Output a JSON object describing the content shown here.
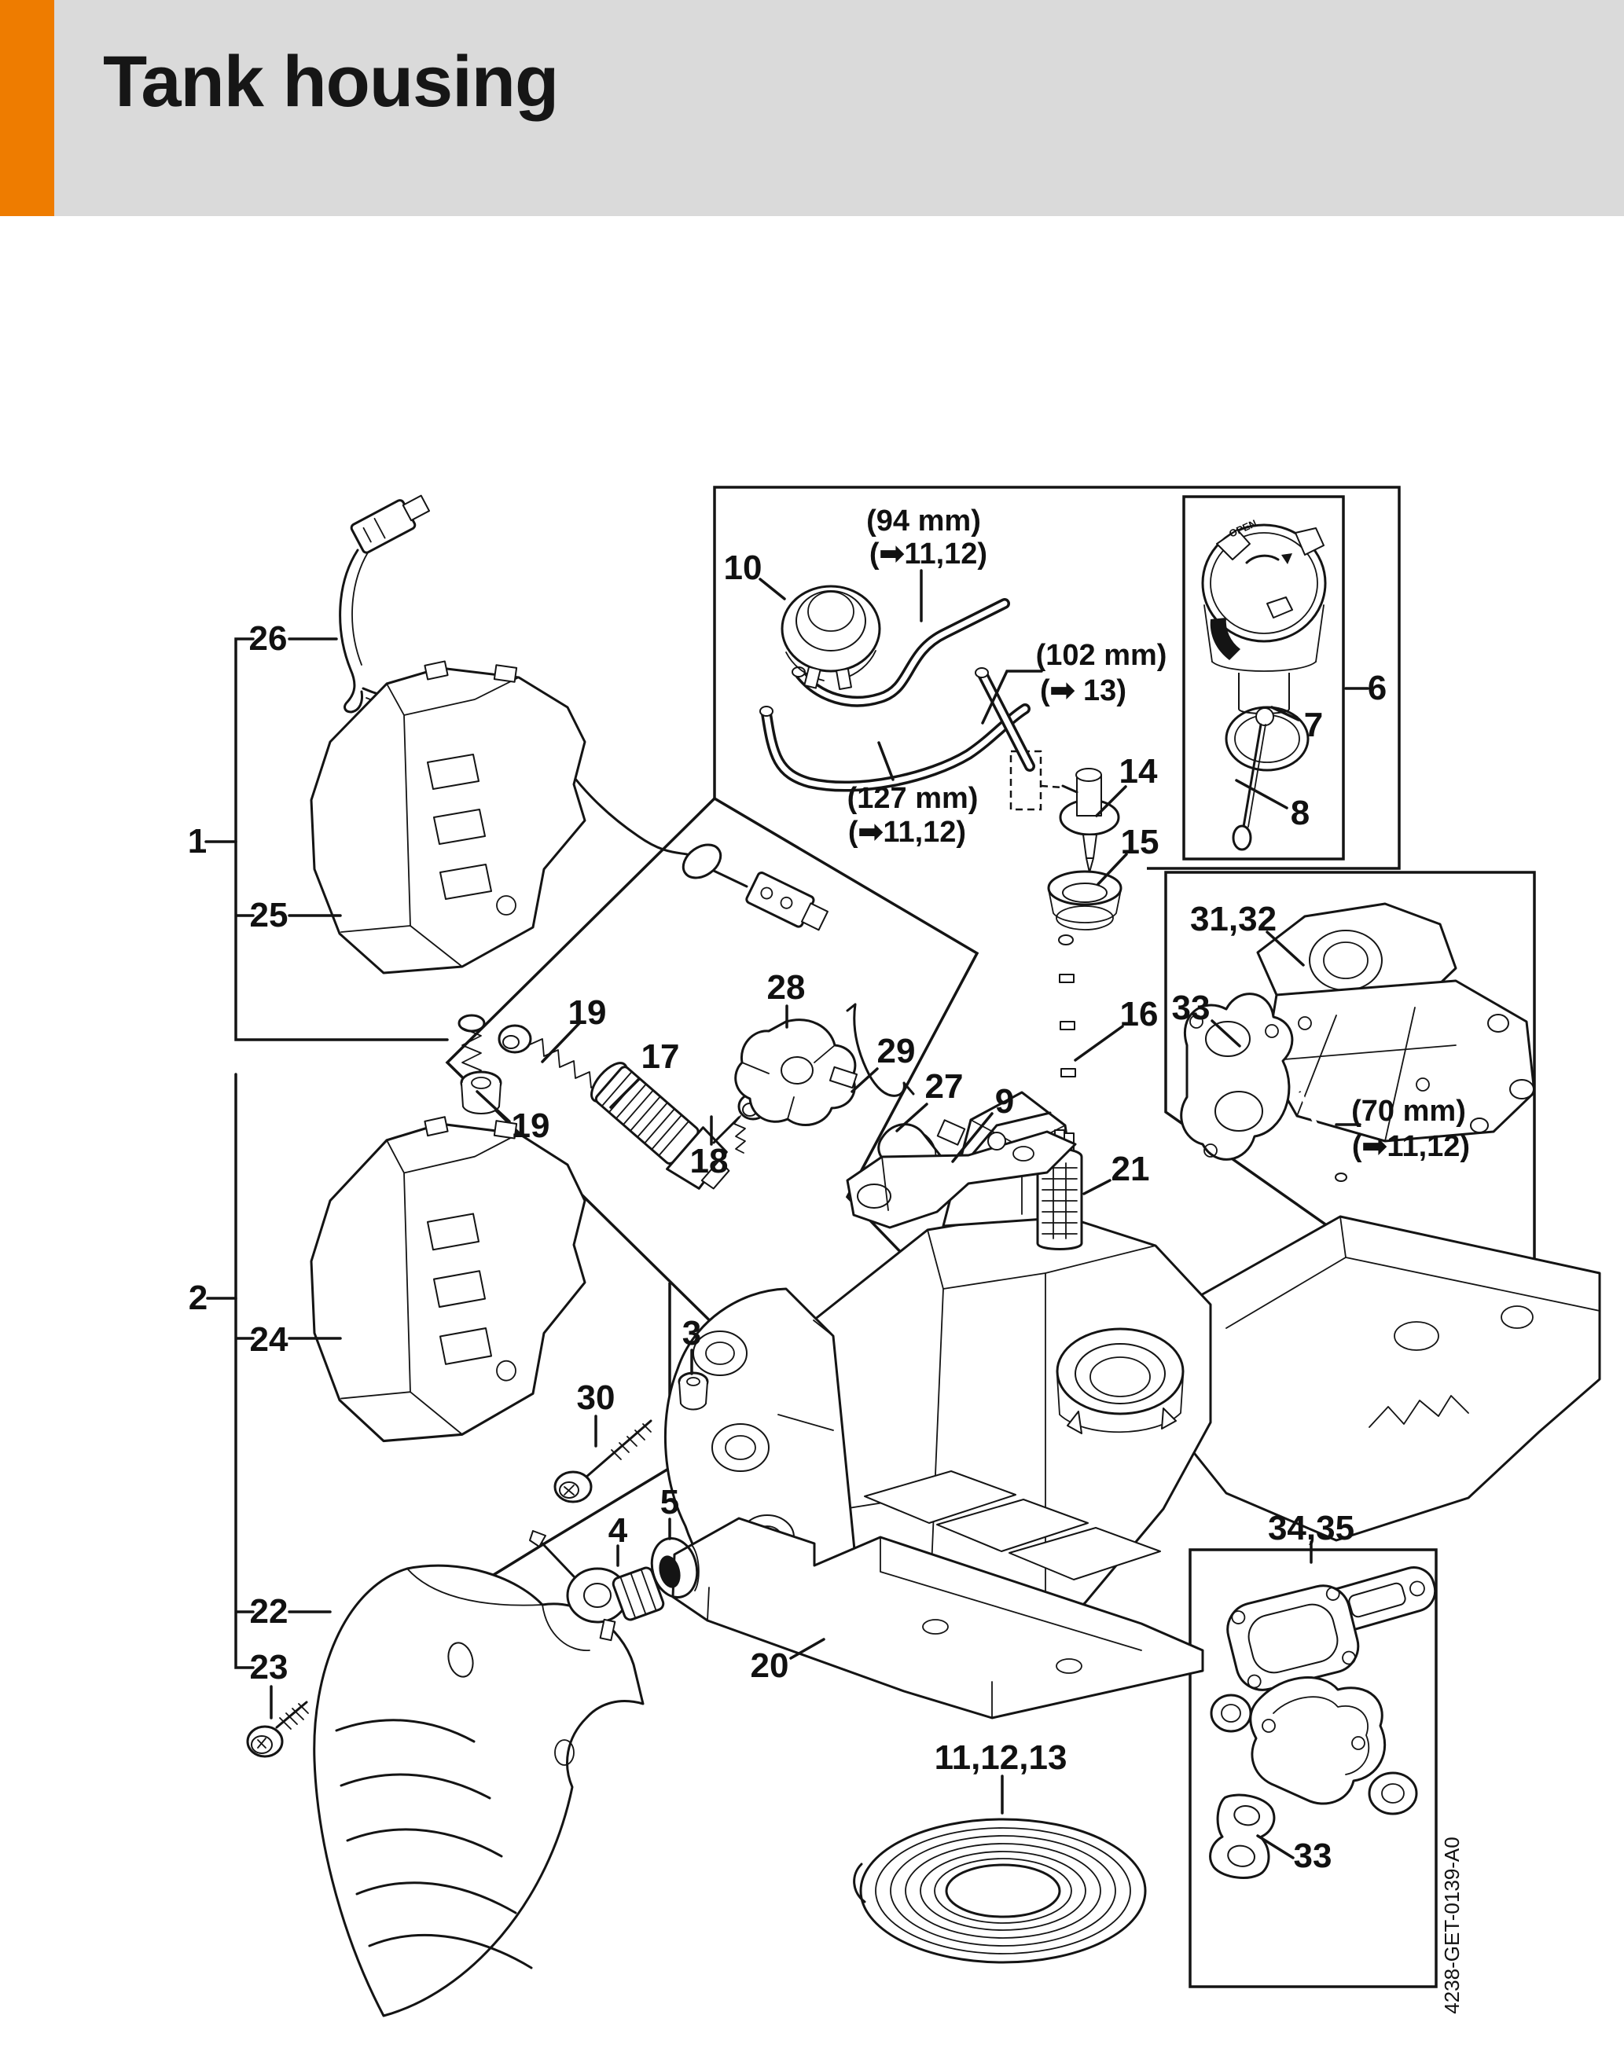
{
  "page": {
    "title": "Tank housing",
    "doc_code": "4238-GET-0139-A0",
    "cap_marking": "OPEN",
    "accent_color": "#ee7c00",
    "header_bg": "#dadada",
    "line_color": "#141414"
  },
  "figure": {
    "type": "exploded-parts-diagram",
    "subject": "Chainsaw tank housing assembly with numbered part callouts"
  },
  "labels": [
    {
      "name": "part-10",
      "text": "10"
    },
    {
      "name": "hose-length-94mm",
      "text": "(94 mm)"
    },
    {
      "name": "hose-ref-94mm",
      "text": "(➡11,12)"
    },
    {
      "name": "hose-length-102mm",
      "text": "(102 mm)"
    },
    {
      "name": "hose-ref-102mm",
      "text": "(➡ 13)"
    },
    {
      "name": "part-14",
      "text": "14"
    },
    {
      "name": "part-15",
      "text": "15"
    },
    {
      "name": "part-6",
      "text": "6"
    },
    {
      "name": "part-7",
      "text": "7"
    },
    {
      "name": "part-8",
      "text": "8"
    },
    {
      "name": "hose-length-127mm",
      "text": "(127 mm)"
    },
    {
      "name": "hose-ref-127mm",
      "text": "(➡11,12)"
    },
    {
      "name": "part-26",
      "text": "26"
    },
    {
      "name": "part-1",
      "text": "1"
    },
    {
      "name": "part-25",
      "text": "25"
    },
    {
      "name": "part-16",
      "text": "16"
    },
    {
      "name": "part-31-32",
      "text": "31,32"
    },
    {
      "name": "part-33-upper",
      "text": "33"
    },
    {
      "name": "hose-length-70mm",
      "text": "(70 mm)"
    },
    {
      "name": "hose-ref-70mm",
      "text": "(➡11,12)"
    },
    {
      "name": "part-19-upper",
      "text": "19"
    },
    {
      "name": "part-28",
      "text": "28"
    },
    {
      "name": "part-17",
      "text": "17"
    },
    {
      "name": "part-29",
      "text": "29"
    },
    {
      "name": "part-27",
      "text": "27"
    },
    {
      "name": "part-19-lower",
      "text": "19"
    },
    {
      "name": "part-18",
      "text": "18"
    },
    {
      "name": "part-9",
      "text": "9"
    },
    {
      "name": "part-21",
      "text": "21"
    },
    {
      "name": "part-2",
      "text": "2"
    },
    {
      "name": "part-24",
      "text": "24"
    },
    {
      "name": "part-3",
      "text": "3"
    },
    {
      "name": "part-30",
      "text": "30"
    },
    {
      "name": "part-5",
      "text": "5"
    },
    {
      "name": "part-4",
      "text": "4"
    },
    {
      "name": "part-22",
      "text": "22"
    },
    {
      "name": "part-23",
      "text": "23"
    },
    {
      "name": "part-20",
      "text": "20"
    },
    {
      "name": "part-11-12-13",
      "text": "11,12,13"
    },
    {
      "name": "part-34-35",
      "text": "34,35"
    },
    {
      "name": "part-33-lower",
      "text": "33"
    }
  ]
}
